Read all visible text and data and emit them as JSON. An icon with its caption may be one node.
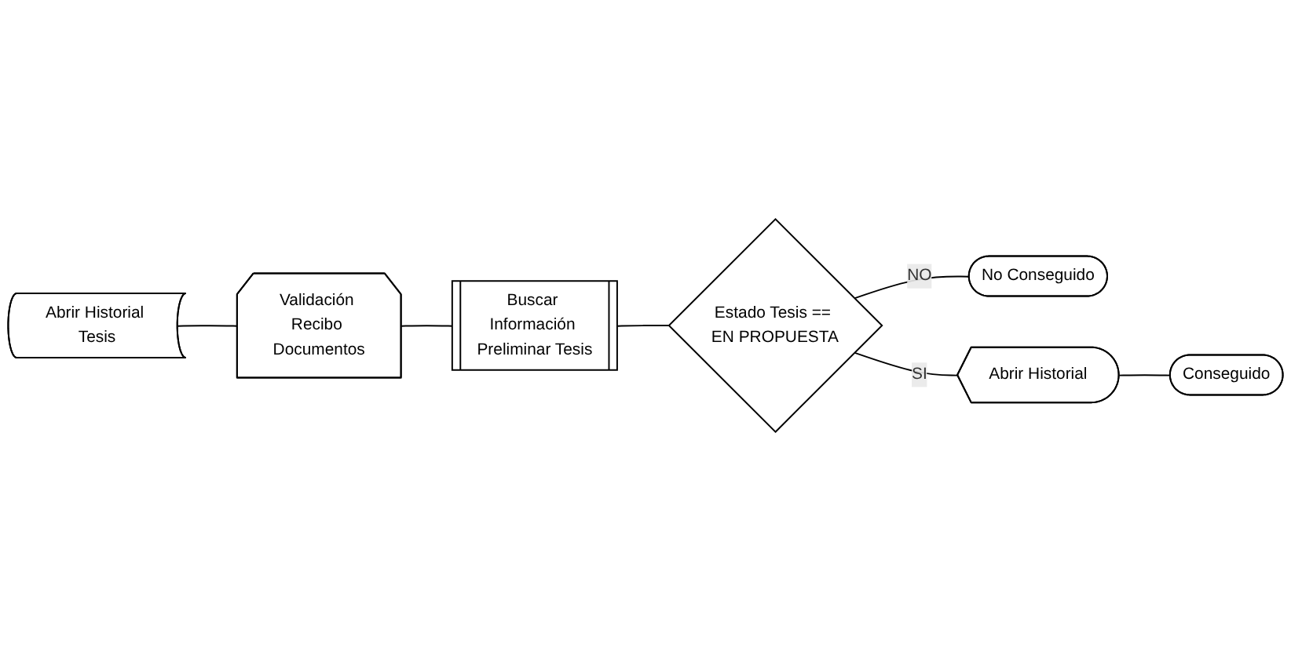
{
  "diagram": {
    "nodes": [
      {
        "text": [
          "Abrir Historial Tesis"
        ]
      },
      {
        "text": [
          "Validación Recibo Documentos"
        ]
      },
      {
        "text": [
          "Buscar Información Preliminar Tesis"
        ]
      },
      {
        "text": [
          "Estado Tesis == EN PROPUESTA"
        ]
      },
      {
        "text": [
          "No Conseguido"
        ]
      },
      {
        "text": [
          "Abrir Historial"
        ]
      },
      {
        "text": [
          "Conseguido"
        ]
      }
    ],
    "edges": [
      {
        "from": 0,
        "to": 1,
        "arrow": "none"
      },
      {
        "from": 1,
        "to": 2,
        "arrow": "none"
      },
      {
        "from": 2,
        "to": 3,
        "arrow": "none"
      },
      {
        "from": 3,
        "to": 4,
        "arrow": "none",
        "label": "NO"
      },
      {
        "from": 3,
        "to": 5,
        "arrow": "none",
        "label": "SI"
      },
      {
        "from": 5,
        "to": 6,
        "arrow": "none"
      }
    ]
  }
}
